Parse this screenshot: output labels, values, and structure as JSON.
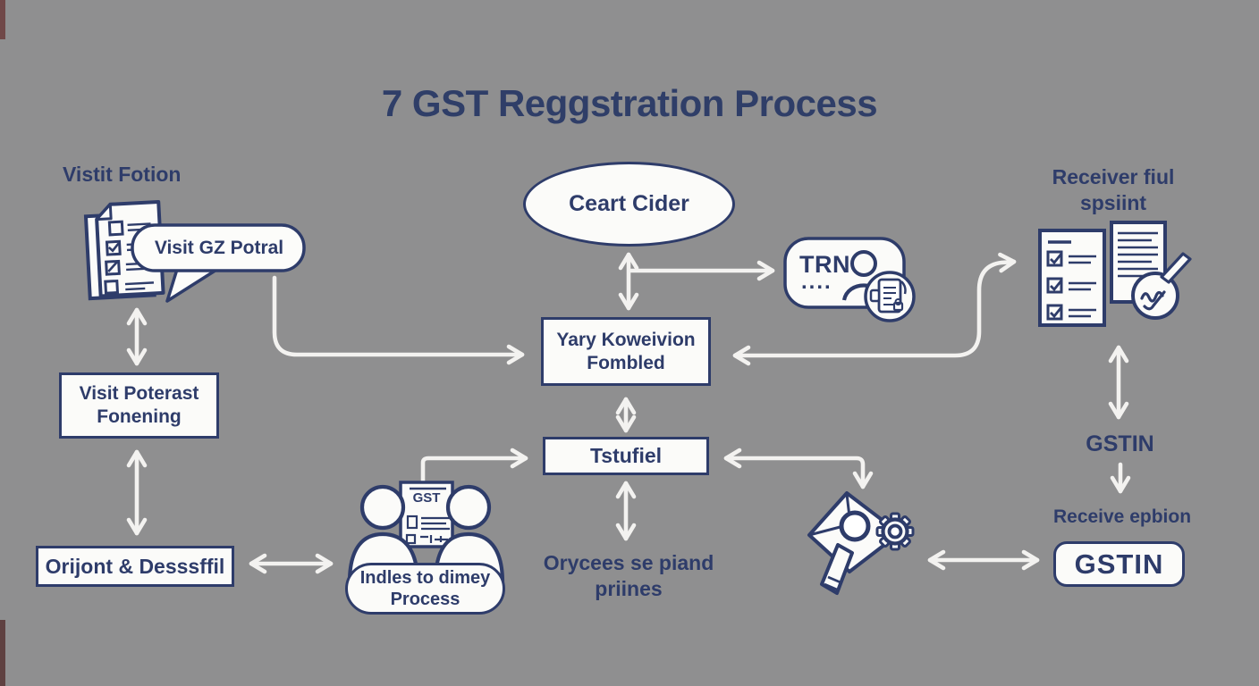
{
  "title": "7 GST Reggstration Process",
  "colors": {
    "background": "#8f8f90",
    "navy": "#2e3c6a",
    "box_fill": "#fbfbf9",
    "arrow_white": "#f3f2f0"
  },
  "left_column": {
    "step_heading": "Vistit Fotion",
    "speech_bubble_label": "Visit GZ Potral",
    "portal_box": {
      "line1": "Visit Poterast",
      "line2": "Fonening"
    },
    "documents_box_label": "Orijont & Desssffil"
  },
  "center_column": {
    "start_ellipse_label": "Ceart Cider",
    "trn_box": {
      "label": "TRN",
      "dots": "...."
    },
    "verification_box": {
      "line1": "Yary Koweivion",
      "line2": "Fombled"
    },
    "submit_box_label": "Tstufiel",
    "process_note": {
      "line1": "Orycees se piand",
      "line2": "priines"
    },
    "gst_document_label": "GST",
    "officers_pill": {
      "line1": "Indles to dimey",
      "line2": "Process"
    }
  },
  "right_column": {
    "step_heading": {
      "line1": "Receiver fiul",
      "line2": "spsiint"
    },
    "gstin_text_label": "GSTIN",
    "receive_label": "Receive epbion",
    "gstin_pill_label": "GSTIN"
  },
  "icons": {
    "top_left": "checklist-document-icon",
    "speech": "speech-bubble-icon",
    "trn_area": [
      "person-icon",
      "document-badge-icon"
    ],
    "center_bottom": [
      "two-people-icon",
      "gst-document-icon"
    ],
    "verification": [
      "envelope-icon",
      "magnifier-icon",
      "gear-icon"
    ],
    "top_right": [
      "checklist-document-icon",
      "text-document-icon",
      "pencil-signature-icon"
    ]
  }
}
